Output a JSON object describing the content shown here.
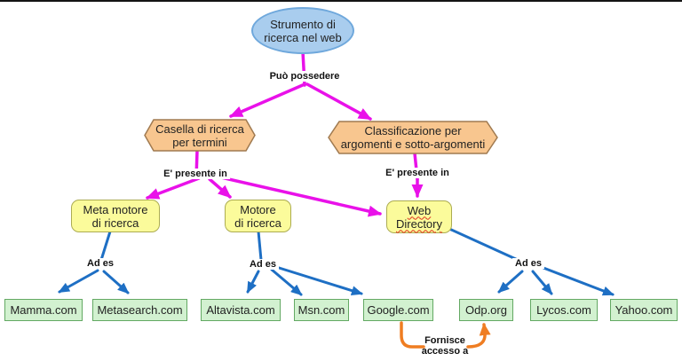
{
  "title": "Concept map: Strumento di ricerca nel web",
  "colors": {
    "magenta": "#E911E9",
    "blue": "#1E6FC4",
    "orange": "#EF7D22",
    "ellipse_fill": "#A9CDEE",
    "ellipse_border": "#6FA8DC",
    "hex_fill": "#F8C68F",
    "hex_border": "#A07A50",
    "note_fill": "#FBFB9B",
    "note_border": "#ACAC52",
    "leaf_fill": "#D2F1D0",
    "leaf_border": "#63A963",
    "misspell": "#E03020",
    "node_text": "#222222",
    "label_text": "#111111",
    "top_line": "#141414"
  },
  "nodes": {
    "root": {
      "line1": "Strumento di",
      "line2": "ricerca nel web"
    },
    "search_box": {
      "line1": "Casella di ricerca",
      "line2": "per termini"
    },
    "classification": {
      "line1": "Classificazione per",
      "line2": "argomenti e sotto-argomenti"
    },
    "meta_engine": {
      "line1": "Meta motore",
      "line2": "di ricerca"
    },
    "engine": {
      "line1": "Motore",
      "line2": "di ricerca"
    },
    "web_directory": {
      "line1": "Web",
      "line2": "Directory"
    },
    "examples": [
      "Mamma.com",
      "Metasearch.com",
      "Altavista.com",
      "Msn.com",
      "Google.com",
      "Odp.org",
      "Lycos.com",
      "Yahoo.com"
    ]
  },
  "edge_labels": {
    "puo_possedere": "Può possedere",
    "e_presente_in": "E' presente in",
    "ad_es": "Ad es",
    "fornisce_line1": "Fornisce",
    "fornisce_line2": "accesso a"
  }
}
